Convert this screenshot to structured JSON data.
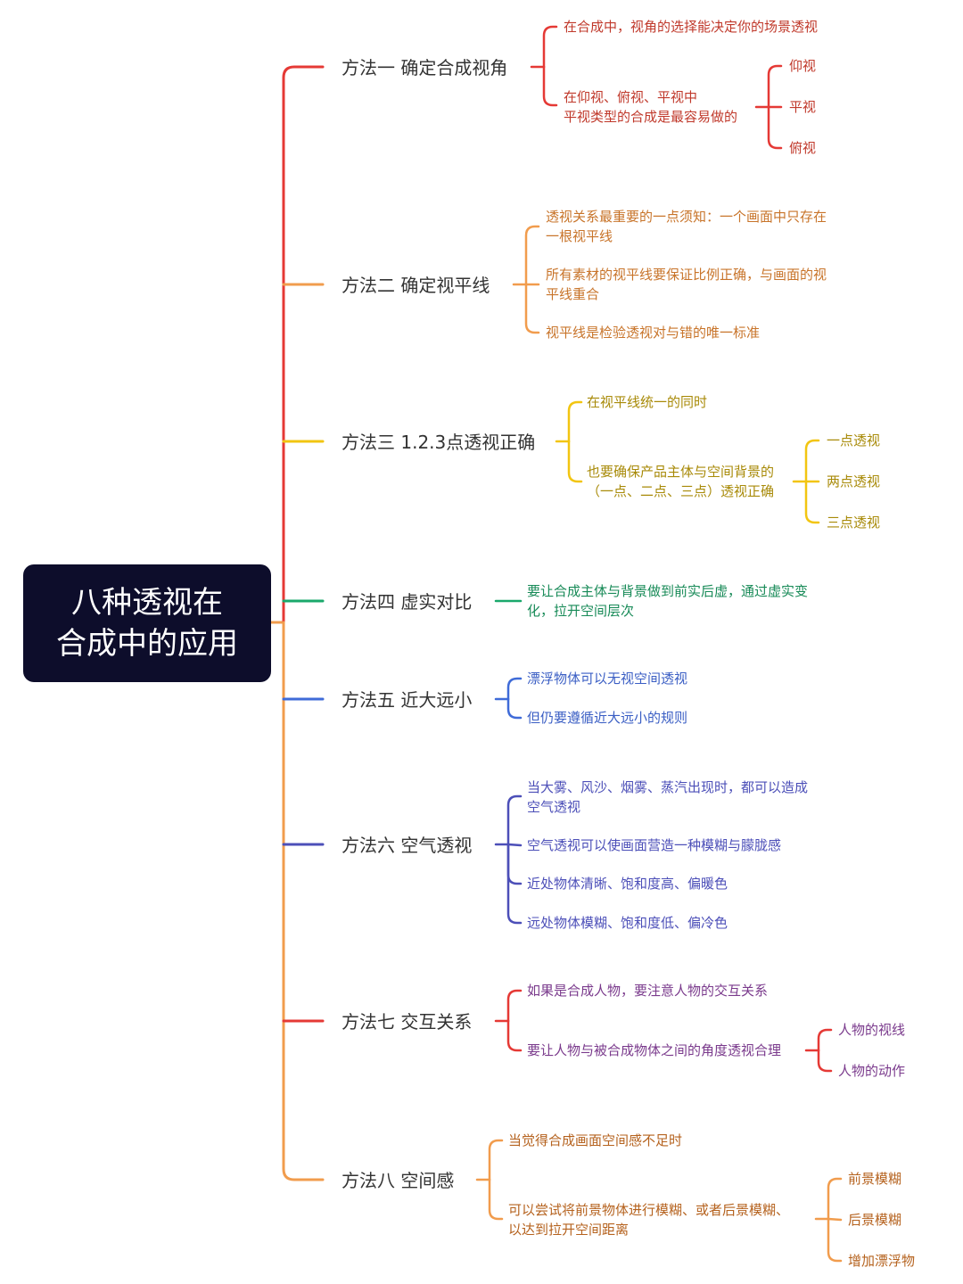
{
  "root": {
    "line1": "八种透视在",
    "line2": "合成中的应用"
  },
  "colors": {
    "red": "#e53935",
    "orange": "#f19c4d",
    "yellow": "#f2c511",
    "green": "#1aa86b",
    "blue": "#3f6bd8",
    "indigo": "#4c4fb8",
    "text": "#333333"
  },
  "methods": [
    {
      "title": "方法一 确定合成视角",
      "items": [
        "在合成中，视角的选择能决定你的场景透视",
        "在仰视、俯视、平视中",
        "平视类型的合成是最容易做的"
      ],
      "sub": [
        "仰视",
        "平视",
        "俯视"
      ]
    },
    {
      "title": "方法二 确定视平线",
      "items": [
        "透视关系最重要的一点须知：一个画面中只存在",
        "一根视平线",
        "所有素材的视平线要保证比例正确，与画面的视",
        "平线重合",
        "视平线是检验透视对与错的唯一标准"
      ]
    },
    {
      "title": "方法三 1.2.3点透视正确",
      "items": [
        "在视平线统一的同时",
        "也要确保产品主体与空间背景的",
        "（一点、二点、三点）透视正确"
      ],
      "sub": [
        "一点透视",
        "两点透视",
        "三点透视"
      ]
    },
    {
      "title": "方法四 虚实对比",
      "items": [
        "要让合成主体与背景做到前实后虚，通过虚实变",
        "化，拉开空间层次"
      ]
    },
    {
      "title": "方法五 近大远小",
      "items": [
        "漂浮物体可以无视空间透视",
        "但仍要遵循近大远小的规则"
      ]
    },
    {
      "title": "方法六 空气透视",
      "items": [
        "当大雾、风沙、烟雾、蒸汽出现时，都可以造成",
        "空气透视",
        "空气透视可以使画面营造一种模糊与朦胧感",
        "近处物体清晰、饱和度高、偏暖色",
        "远处物体模糊、饱和度低、偏冷色"
      ]
    },
    {
      "title": "方法七 交互关系",
      "items": [
        "如果是合成人物，要注意人物的交互关系",
        "要让人物与被合成物体之间的角度透视合理"
      ],
      "sub": [
        "人物的视线",
        "人物的动作"
      ]
    },
    {
      "title": "方法八 空间感",
      "items": [
        "当觉得合成画面空间感不足时",
        "可以尝试将前景物体进行模糊、或者后景模糊、",
        "以达到拉开空间距离"
      ],
      "sub": [
        "前景模糊",
        "后景模糊",
        "增加漂浮物"
      ]
    }
  ]
}
